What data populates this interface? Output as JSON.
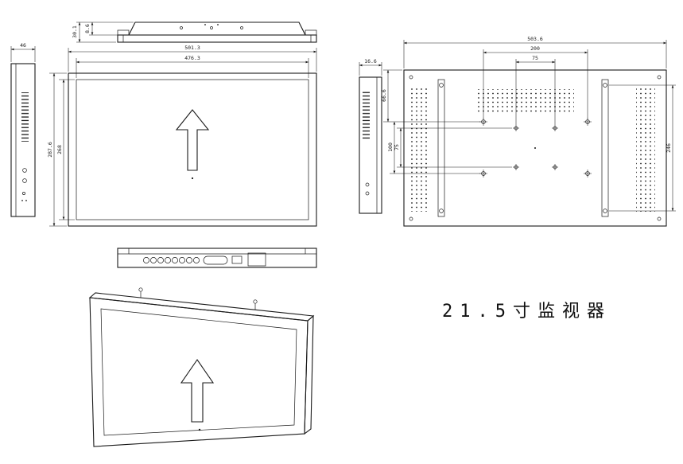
{
  "title": "21.5寸监视器",
  "dims": {
    "top_view": {
      "h1": "8.6",
      "h2": "30.1"
    },
    "left_side": {
      "depth": "46"
    },
    "front": {
      "width_outer": "501.3",
      "width_active": "476.3",
      "height_outer": "287.6",
      "height_active": "268"
    },
    "rear_side": {
      "width": "16.6"
    },
    "rear": {
      "width_outer": "503.6",
      "mount_w": "200",
      "vesa_w": "75",
      "top_offset": "66.6",
      "mount_h": "100",
      "vesa_h": "75",
      "rail_h": "246"
    }
  }
}
